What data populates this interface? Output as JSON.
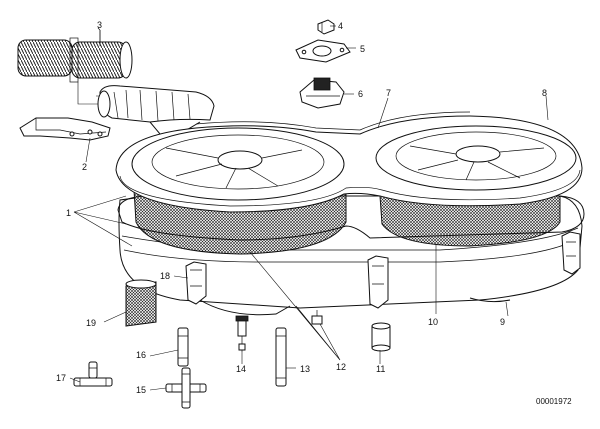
{
  "diagram": {
    "callouts": [
      {
        "id": "c1",
        "label": "1"
      },
      {
        "id": "c2",
        "label": "2"
      },
      {
        "id": "c3",
        "label": "3"
      },
      {
        "id": "c4",
        "label": "4"
      },
      {
        "id": "c5",
        "label": "5"
      },
      {
        "id": "c6",
        "label": "6"
      },
      {
        "id": "c7",
        "label": "7"
      },
      {
        "id": "c8",
        "label": "8"
      },
      {
        "id": "c9",
        "label": "9"
      },
      {
        "id": "c10",
        "label": "10"
      },
      {
        "id": "c11",
        "label": "11"
      },
      {
        "id": "c12",
        "label": "12"
      },
      {
        "id": "c13",
        "label": "13"
      },
      {
        "id": "c14",
        "label": "14"
      },
      {
        "id": "c15",
        "label": "15"
      },
      {
        "id": "c16",
        "label": "16"
      },
      {
        "id": "c17",
        "label": "17"
      },
      {
        "id": "c18",
        "label": "18"
      },
      {
        "id": "c19",
        "label": "19"
      }
    ],
    "reference_number": "00001972"
  }
}
